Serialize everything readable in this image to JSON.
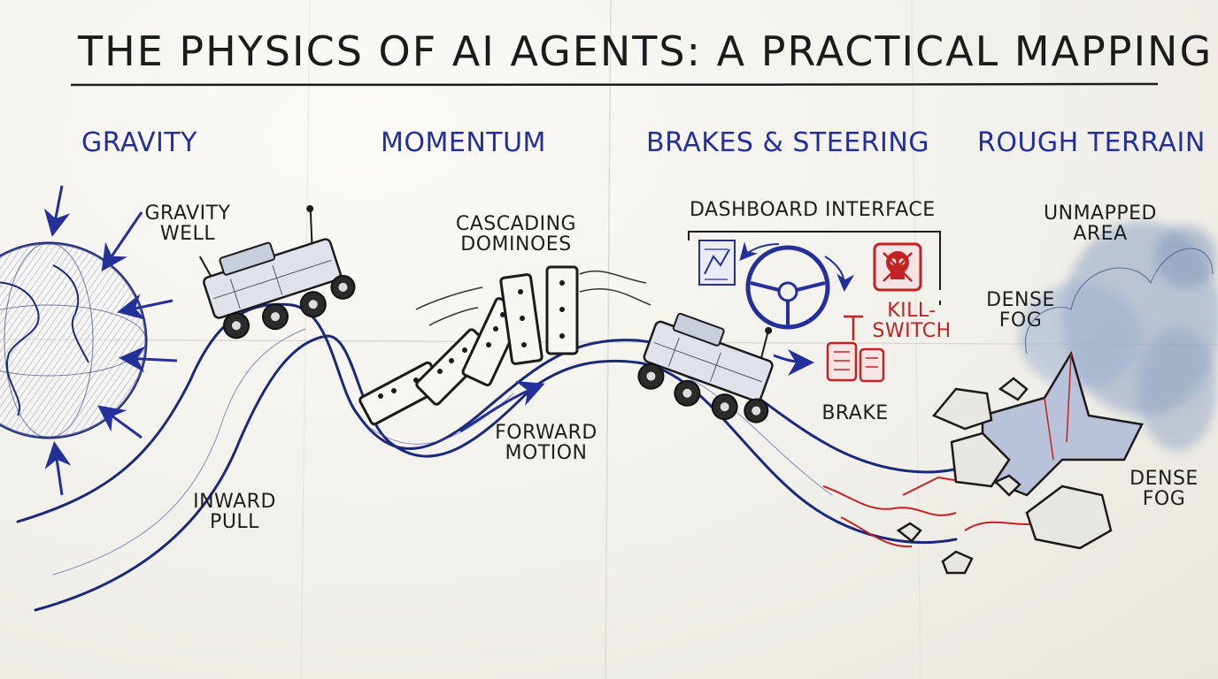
{
  "title": "THE PHYSICS OF AI AGENTS: A PRACTICAL MAPPING",
  "sections": {
    "gravity": "GRAVITY",
    "momentum": "MOMENTUM",
    "brakes_steering": "BRAKES & STEERING",
    "rough_terrain": "ROUGH TERRAIN"
  },
  "labels": {
    "gravity_well_1": "GRAVITY",
    "gravity_well_2": "WELL",
    "inward_pull_1": "INWARD",
    "inward_pull_2": "PULL",
    "cascading_1": "CASCADING",
    "cascading_2": "DOMINOES",
    "forward_1": "FORWARD",
    "forward_2": "MOTION",
    "dashboard": "DASHBOARD INTERFACE",
    "kill_1": "KILL-",
    "kill_2": "SWITCH",
    "brake": "BRAKE",
    "unmapped_1": "UNMAPPED",
    "unmapped_2": "AREA",
    "fog_top_1": "DENSE",
    "fog_top_2": "FOG",
    "fog_bottom_1": "DENSE",
    "fog_bottom_2": "FOG"
  },
  "colors": {
    "ink": "#1b1b1b",
    "blue": "#24309a",
    "red": "#c32222",
    "fog": "#7f95b8"
  },
  "icons": [
    "globe-icon",
    "rover-icon",
    "domino-icon",
    "steering-wheel-icon",
    "skull-icon",
    "pedals-icon",
    "monitor-icon",
    "rock-icon",
    "fog-icon"
  ]
}
